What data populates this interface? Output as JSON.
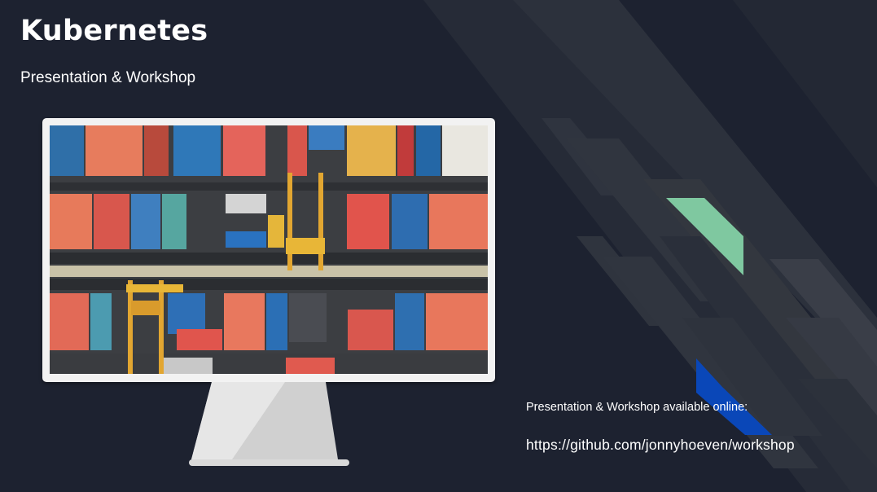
{
  "slide": {
    "title": "Kubernetes",
    "subtitle": "Presentation & Workshop",
    "online_label": "Presentation & Workshop available online:",
    "repo_link": "https://github.com/jonnyhoeven/workshop"
  },
  "monitor": {
    "screen_image": "aerial-container-port-photo"
  },
  "colors": {
    "background": "#1d2230",
    "accent_green": "#7fc8a0",
    "accent_blue": "#0a47b8",
    "band_dark": "#2b303b",
    "band_mid": "#3a3e48",
    "monitor_frame": "#f2f2f2"
  }
}
